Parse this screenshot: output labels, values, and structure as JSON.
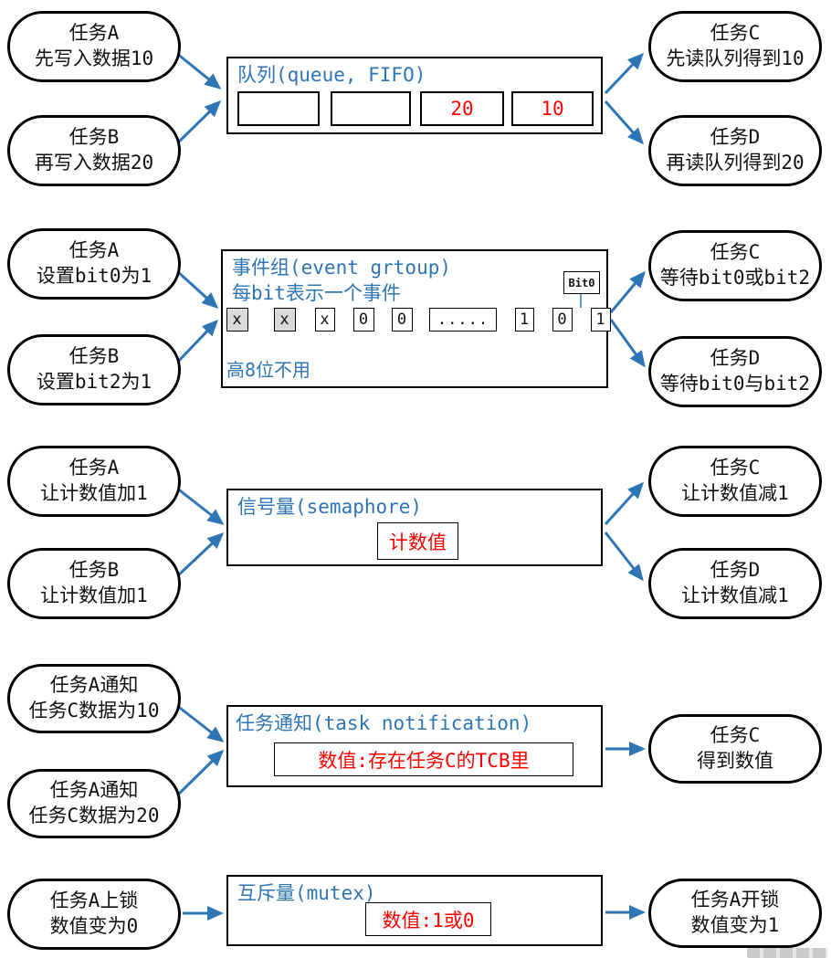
{
  "colors": {
    "accent_blue": "#2E75B6",
    "light_blue": "#5B9BD5",
    "red": "#FF0000",
    "cell_gray": "#D9D9D9",
    "node_border": "#000000"
  },
  "rows": [
    {
      "id": "queue",
      "left": [
        {
          "line1": "任务A",
          "line2": "先写入数据10"
        },
        {
          "line1": "任务B",
          "line2": "再写入数据20"
        }
      ],
      "box": {
        "title": "队列(queue, FIFO)",
        "cells": [
          "",
          "",
          "20",
          "10"
        ]
      },
      "right": [
        {
          "line1": "任务C",
          "line2": "先读队列得到10"
        },
        {
          "line1": "任务D",
          "line2": "再读队列得到20"
        }
      ]
    },
    {
      "id": "event-group",
      "left": [
        {
          "line1": "任务A",
          "line2": "设置bit0为1"
        },
        {
          "line1": "任务B",
          "line2": "设置bit2为1"
        }
      ],
      "box": {
        "title": "事件组(event grtoup)",
        "subtitle": "每bit表示一个事件",
        "bits": [
          "x",
          "x",
          "x",
          "0",
          "0",
          ".....",
          "1",
          "0",
          "1"
        ],
        "bit0_label": "Bit0",
        "note": "高8位不用"
      },
      "right": [
        {
          "line1": "任务C",
          "line2": "等待bit0或bit2"
        },
        {
          "line1": "任务D",
          "line2": "等待bit0与bit2"
        }
      ]
    },
    {
      "id": "semaphore",
      "left": [
        {
          "line1": "任务A",
          "line2": "让计数值加1"
        },
        {
          "line1": "任务B",
          "line2": "让计数值加1"
        }
      ],
      "box": {
        "title": "信号量(semaphore)",
        "value": "计数值"
      },
      "right": [
        {
          "line1": "任务C",
          "line2": "让计数值减1"
        },
        {
          "line1": "任务D",
          "line2": "让计数值减1"
        }
      ]
    },
    {
      "id": "task-notification",
      "left": [
        {
          "line1": "任务A通知",
          "line2": "任务C数据为10"
        },
        {
          "line1": "任务A通知",
          "line2": "任务C数据为20"
        }
      ],
      "box": {
        "title": "任务通知(task notification)",
        "value": "数值:存在任务C的TCB里"
      },
      "right": [
        {
          "line1": "任务C",
          "line2": "得到数值"
        }
      ]
    },
    {
      "id": "mutex",
      "left": [
        {
          "line1": "任务A上锁",
          "line2": "数值变为0"
        }
      ],
      "box": {
        "title": "互斥量(mutex)",
        "value": "数值:1或0"
      },
      "right": [
        {
          "line1": "任务A开锁",
          "line2": "数值变为1"
        }
      ]
    }
  ]
}
